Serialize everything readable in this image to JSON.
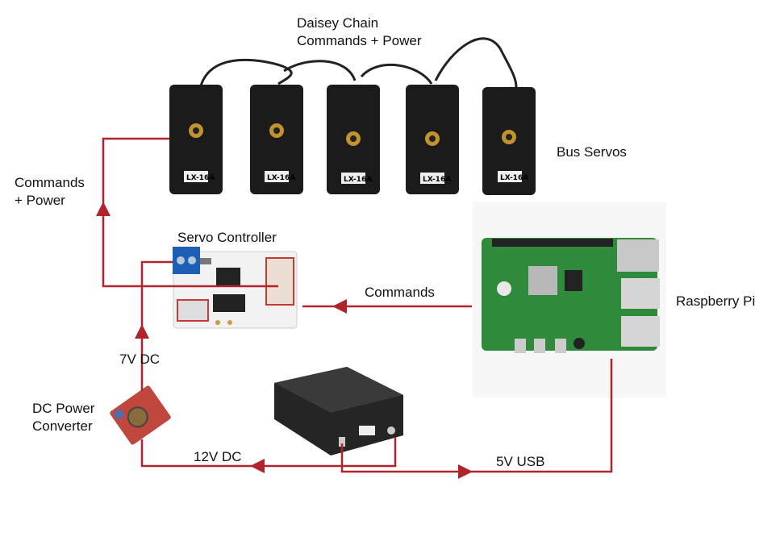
{
  "labels": {
    "daisy_chain": [
      "Daisey Chain",
      "Commands + Power"
    ],
    "bus_servos": "Bus Servos",
    "commands_power": [
      "Commands",
      "+ Power"
    ],
    "servo_controller": "Servo Controller",
    "commands": "Commands",
    "raspberry_pi": "Raspberry Pi",
    "seven_v": "7V DC",
    "dc_converter": [
      "DC Power",
      "Converter"
    ],
    "twelve_v": "12V DC",
    "five_v": "5V USB"
  },
  "servo_model": "LX-16A",
  "colors": {
    "wire": "#b1242c",
    "servo_body": "#1b1b1b",
    "pcb_green": "#2f8a3b",
    "terminal_blue": "#1d5fb5"
  }
}
